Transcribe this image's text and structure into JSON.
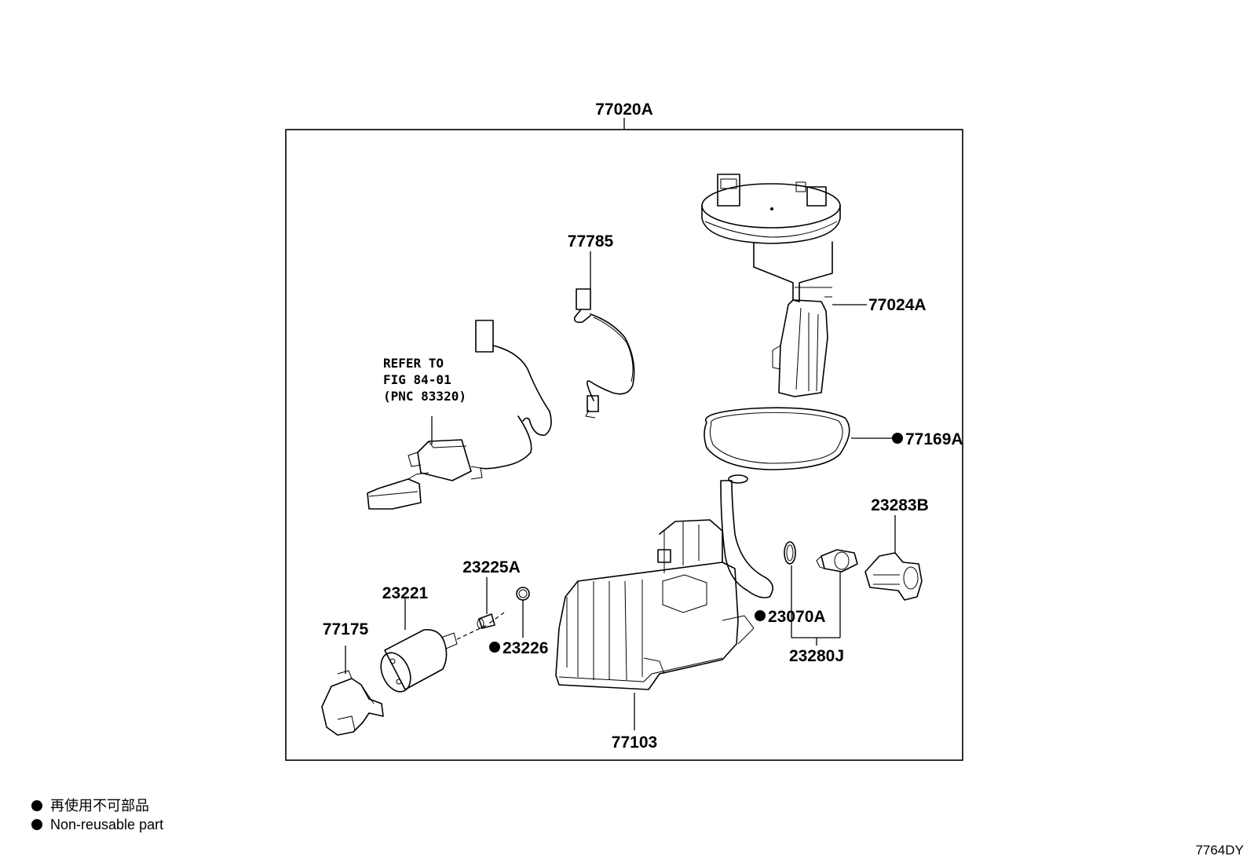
{
  "diagram": {
    "assembly_label": "77020A",
    "part_labels": {
      "p77785": "77785",
      "p77024A": "77024A",
      "p77169A": "77169A",
      "p23283B": "23283B",
      "p23225A": "23225A",
      "p23221": "23221",
      "p77175": "77175",
      "p23226": "23226",
      "p23070A": "23070A",
      "p23280J": "23280J",
      "p77103": "77103"
    },
    "reference_note": [
      "REFER TO",
      "FIG 84-01",
      "(PNC 83320)"
    ],
    "non_reusable_marked": [
      "77169A",
      "23226",
      "23070A"
    ]
  },
  "legend": {
    "line1": "再使用不可部品",
    "line2": "Non-reusable part"
  },
  "figure_code": "7764DY"
}
